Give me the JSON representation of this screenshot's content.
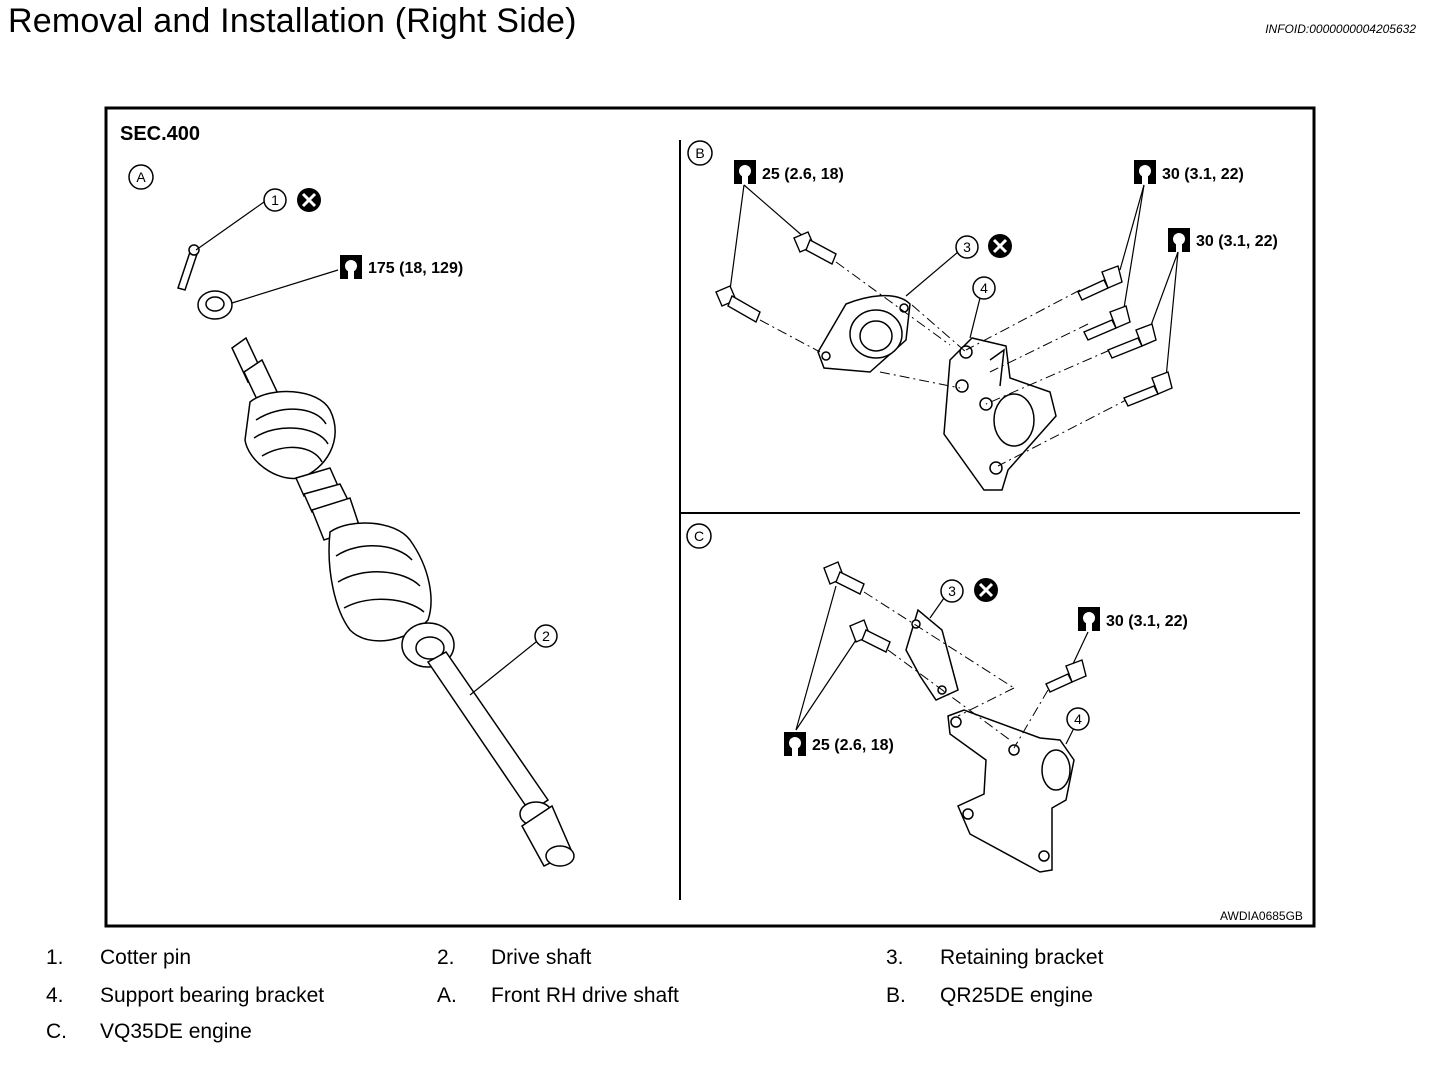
{
  "header": {
    "title": "Removal and Installation (Right Side)",
    "info_id": "INFOID:0000000004205632"
  },
  "figure": {
    "section": "SEC.400",
    "figure_code": "AWDIA0685GB",
    "views": [
      {
        "id": "A"
      },
      {
        "id": "B"
      },
      {
        "id": "C"
      }
    ],
    "part_callouts": [
      "1",
      "2",
      "3",
      "4",
      "3",
      "4"
    ],
    "torque_labels": {
      "a_nut": "175 (18, 129)",
      "b_left": "25 (2.6, 18)",
      "b_right_top": "30 (3.1, 22)",
      "b_right_lower": "30 (3.1, 22)",
      "c_right": "30 (3.1, 22)",
      "c_left": "25 (2.6, 18)"
    }
  },
  "legend": [
    {
      "num": "1.",
      "text": "Cotter pin"
    },
    {
      "num": "2.",
      "text": "Drive shaft"
    },
    {
      "num": "3.",
      "text": "Retaining bracket"
    },
    {
      "num": "4.",
      "text": "Support bearing bracket"
    },
    {
      "num": "A.",
      "text": "Front RH drive shaft"
    },
    {
      "num": "B.",
      "text": "QR25DE engine"
    },
    {
      "num": "C.",
      "text": "VQ35DE engine"
    }
  ]
}
